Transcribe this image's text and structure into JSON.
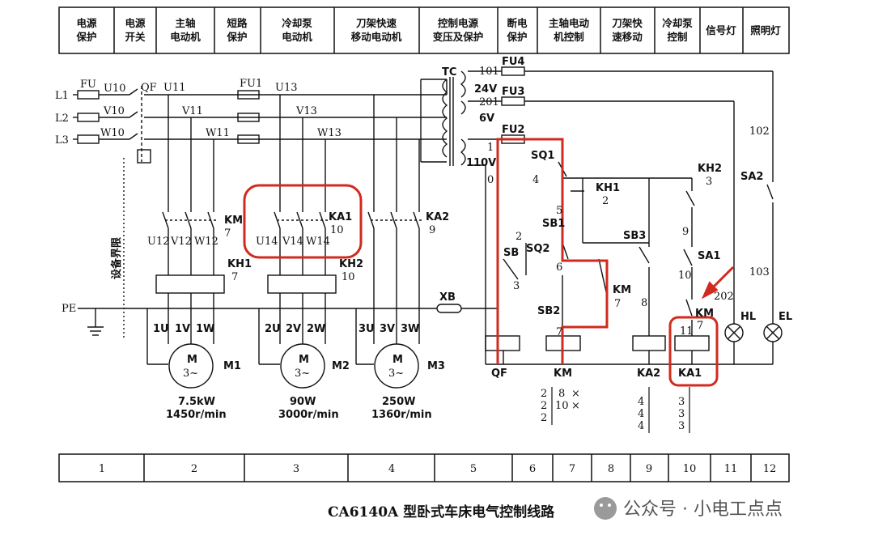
{
  "header_cells": [
    [
      "电源",
      "保护"
    ],
    [
      "电源",
      "开关"
    ],
    [
      "主轴",
      "电动机"
    ],
    [
      "短路",
      "保护"
    ],
    [
      "冷却泵",
      "电动机"
    ],
    [
      "刀架快速",
      "移动电动机"
    ],
    [
      "控制电源",
      "变压及保护"
    ],
    [
      "断电",
      "保护"
    ],
    [
      "主轴电动",
      "机控制"
    ],
    [
      "刀架快",
      "速移动"
    ],
    [
      "冷却泵",
      "控制"
    ],
    [
      "信号灯"
    ],
    [
      "照明灯"
    ]
  ],
  "footer_cells": [
    "1",
    "2",
    "3",
    "4",
    "5",
    "6",
    "7",
    "8",
    "9",
    "10",
    "11",
    "12"
  ],
  "title": "CA6140A 型卧式车床电气控制线路",
  "watermark": "公众号 · 小电工点点",
  "side_label": "设备界限",
  "lines": {
    "l1": "L1",
    "l2": "L2",
    "l3": "L3",
    "pe": "PE"
  },
  "labels": {
    "fu": "FU",
    "qf": "QF",
    "u10": "U10",
    "v10": "V10",
    "w10": "W10",
    "u11": "U11",
    "v11": "V11",
    "w11": "W11",
    "fu1": "FU1",
    "u13": "U13",
    "v13": "V13",
    "w13": "W13",
    "km": "KM",
    "km_num": "7",
    "ka1": "KA1",
    "ka1_num": "10",
    "ka2": "KA2",
    "ka2_num": "9",
    "u12": "U12",
    "v12": "V12",
    "w12": "W12",
    "u14": "U14",
    "v14": "V14",
    "w14": "W14",
    "kh1": "KH1",
    "kh1_num": "7",
    "kh2": "KH2",
    "kh2_num": "10",
    "xb": "XB",
    "tc": "TC",
    "v24": "24V",
    "v6": "6V",
    "v110": "110V",
    "n101": "101",
    "n201": "201",
    "n1": "1",
    "n0": "0",
    "fu4": "FU4",
    "fu3": "FU3",
    "fu2": "FU2",
    "n102": "102",
    "n103": "103",
    "n202": "202",
    "sq1": "SQ1",
    "sq2": "SQ2",
    "sb": "SB",
    "sb1": "SB1",
    "sb2": "SB2",
    "sb3": "SB3",
    "sa1": "SA1",
    "sa2": "SA2",
    "hl": "HL",
    "el": "EL",
    "n2": "2",
    "n3": "3",
    "n4": "4",
    "n5": "5",
    "n6": "6",
    "n7": "7",
    "n8": "8",
    "n9": "9",
    "n10": "10",
    "n11": "11",
    "qf_coil": "QF",
    "km_coil": "KM",
    "ka2_coil": "KA2",
    "ka1_coil": "KA1"
  },
  "motors": [
    {
      "name": "M1",
      "power": "7.5kW",
      "speed": "1450r/min",
      "terms": [
        "1U",
        "1V",
        "1W"
      ]
    },
    {
      "name": "M2",
      "power": "90W",
      "speed": "3000r/min",
      "terms": [
        "2U",
        "2V",
        "2W"
      ]
    },
    {
      "name": "M3",
      "power": "250W",
      "speed": "1360r/min",
      "terms": [
        "3U",
        "3V",
        "3W"
      ]
    }
  ],
  "motor_symbol": {
    "m": "M",
    "phase": "3~"
  },
  "contact_tables": {
    "km": [
      [
        "2",
        "8",
        "×"
      ],
      [
        "2",
        "10",
        "×"
      ],
      [
        "2"
      ]
    ],
    "ka2": [
      "4",
      "4",
      "4"
    ],
    "ka1": [
      "3",
      "3",
      "3"
    ]
  },
  "colors": {
    "highlight": "#d12a1e",
    "line": "#111111"
  }
}
